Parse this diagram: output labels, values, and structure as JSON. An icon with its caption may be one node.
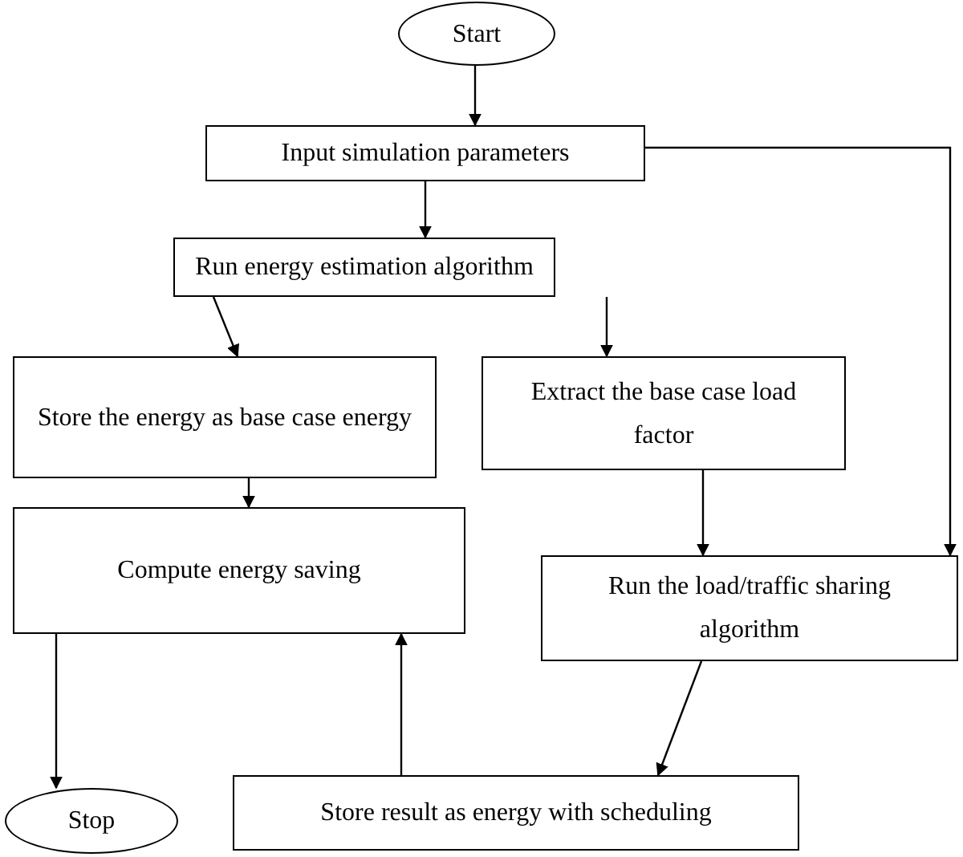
{
  "diagram": {
    "nodes": [
      {
        "text": [
          "Start"
        ]
      },
      {
        "text": [
          "Input simulation parameters"
        ]
      },
      {
        "text": [
          "Run energy estimation algorithm"
        ]
      },
      {
        "text": [
          "Store the energy as base case energy"
        ]
      },
      {
        "text": [
          "Extract the base case load factor"
        ]
      },
      {
        "text": [
          "Run the load/traffic sharing algorithm"
        ]
      },
      {
        "text": [
          "Compute energy saving"
        ]
      },
      {
        "text": [
          "Stop"
        ]
      },
      {
        "text": [
          "Store result as energy with scheduling"
        ]
      }
    ],
    "edges": [
      {
        "from": 0,
        "to": 1,
        "arrow": "to"
      },
      {
        "from": 1,
        "to": 2,
        "arrow": "to"
      },
      {
        "from": 1,
        "to": 5,
        "arrow": "to"
      },
      {
        "from": 2,
        "to": 3,
        "arrow": "to"
      },
      {
        "from": 2,
        "to": 4,
        "arrow": "to"
      },
      {
        "from": 3,
        "to": 6,
        "arrow": "to"
      },
      {
        "from": 4,
        "to": 5,
        "arrow": "to"
      },
      {
        "from": 5,
        "to": 8,
        "arrow": "to"
      },
      {
        "from": 8,
        "to": 6,
        "arrow": "to"
      },
      {
        "from": 6,
        "to": 7,
        "arrow": "to"
      }
    ]
  }
}
